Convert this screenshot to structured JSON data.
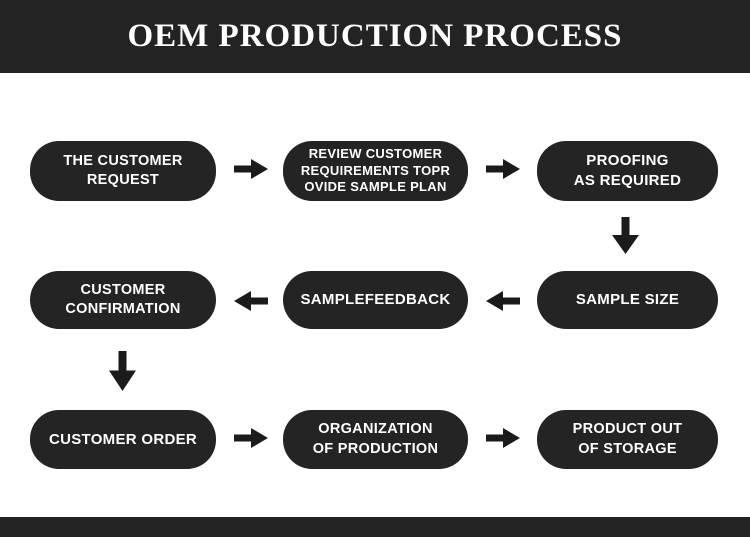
{
  "header": {
    "title": "OEM PRODUCTION PROCESS"
  },
  "colors": {
    "band": "#232323",
    "node": "#242424",
    "arrow": "#1b1b1b",
    "node_text": "#ffffff",
    "background": "#ffffff"
  },
  "flow": {
    "boxes": [
      {
        "id": "customer-request",
        "lines": [
          "THE CUSTOMER",
          "REQUEST"
        ]
      },
      {
        "id": "review-requirements",
        "lines": [
          "REVIEW CUSTOMER",
          "REQUIREMENTS TOPR",
          "OVIDE SAMPLE PLAN"
        ]
      },
      {
        "id": "proofing",
        "lines": [
          "PROOFING",
          "AS REQUIRED"
        ]
      },
      {
        "id": "sample-size",
        "lines": [
          "SAMPLE SIZE"
        ]
      },
      {
        "id": "sample-feedback",
        "lines": [
          "SAMPLEFEEDBACK"
        ]
      },
      {
        "id": "customer-confirmation",
        "lines": [
          "CUSTOMER",
          "CONFIRMATION"
        ]
      },
      {
        "id": "customer-order",
        "lines": [
          "CUSTOMER ORDER"
        ]
      },
      {
        "id": "organization-production",
        "lines": [
          "ORGANIZATION",
          "OF PRODUCTION"
        ]
      },
      {
        "id": "product-out-of-storage",
        "lines": [
          "PRODUCT OUT",
          "OF STORAGE"
        ]
      }
    ]
  }
}
